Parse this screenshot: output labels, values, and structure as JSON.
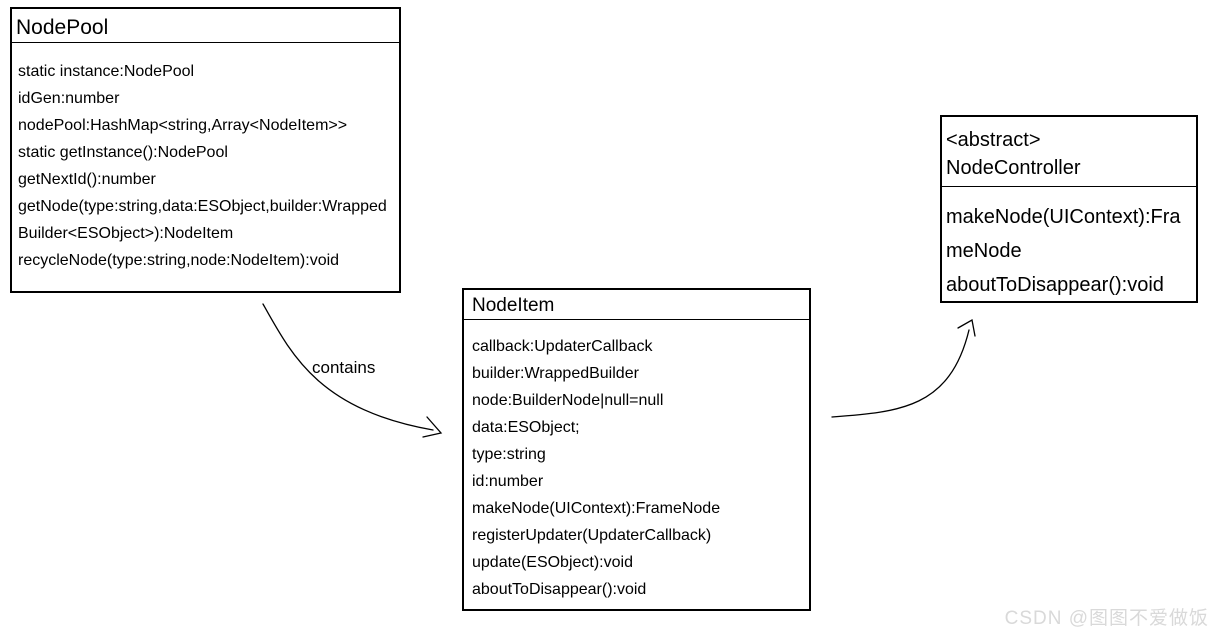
{
  "diagram": {
    "background_color": "#ffffff",
    "line_color": "#000000",
    "text_color": "#000000"
  },
  "classes": [
    {
      "title": "NodePool",
      "members": [
        "static instance:NodePool",
        "idGen:number",
        "nodePool:HashMap<string,Array<NodeItem>>",
        "static getInstance():NodePool",
        "getNextId():number",
        "getNode(type:string,data:ESObject,builder:WrappedBuilder<ESObject>):NodeItem",
        "recycleNode(type:string,node:NodeItem):void"
      ]
    },
    {
      "title": "NodeItem",
      "members": [
        "callback:UpdaterCallback",
        "builder:WrappedBuilder",
        "node:BuilderNode|null=null",
        "data:ESObject;",
        "type:string",
        "id:number",
        "makeNode(UIContext):FrameNode",
        "registerUpdater(UpdaterCallback)",
        "update(ESObject):void",
        "aboutToDisappear():void"
      ]
    },
    {
      "stereotype": "<abstract>",
      "title": "NodeController",
      "members": [
        "makeNode(UIContext):FrameNode",
        "aboutToDisappear():void"
      ]
    }
  ],
  "relations": [
    {
      "from": "NodePool",
      "to": "NodeItem",
      "label": "contains"
    },
    {
      "from": "NodeItem",
      "to": "NodeController",
      "label": ""
    }
  ],
  "watermark": {
    "text": "CSDN @图图不爱做饭",
    "color": "#d9d9d9"
  }
}
